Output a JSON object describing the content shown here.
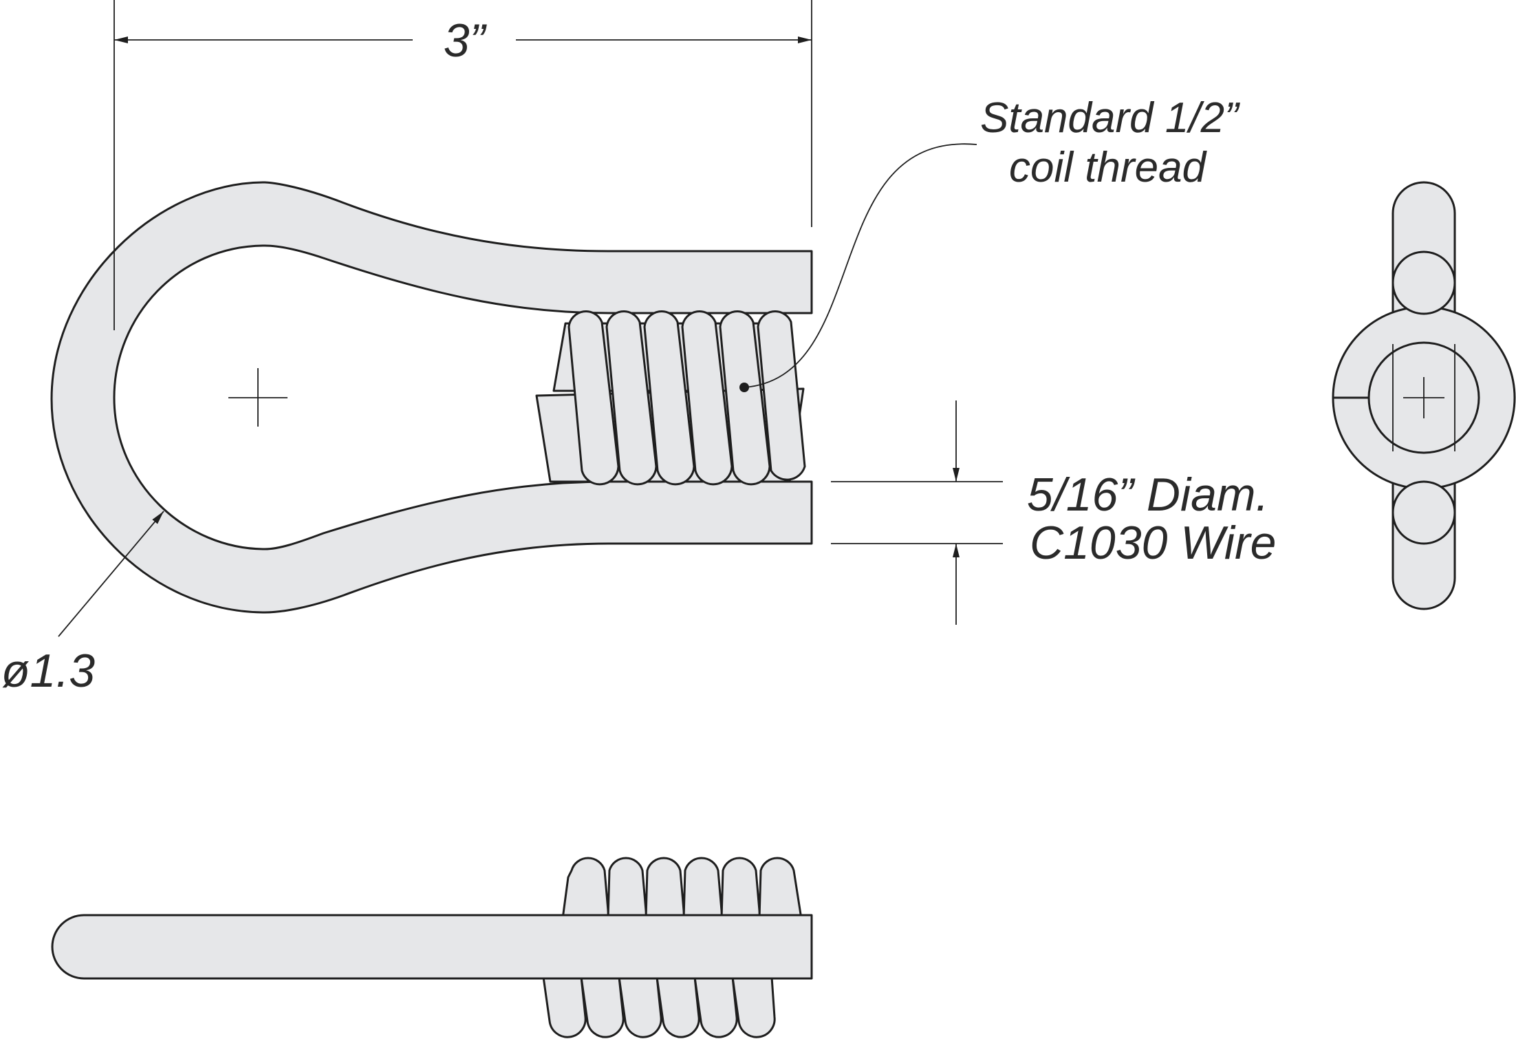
{
  "dimensions": {
    "length": "3”",
    "wire": {
      "line1": "5/16” Diam.",
      "line2": "C1030 Wire"
    },
    "eye_diameter": "ø1.3"
  },
  "callout": {
    "line1": "Standard 1/2”",
    "line2": "coil thread"
  },
  "colors": {
    "part_fill": "#e6e7e9",
    "outline": "#1e1e1e",
    "text": "#2a2a2a"
  }
}
